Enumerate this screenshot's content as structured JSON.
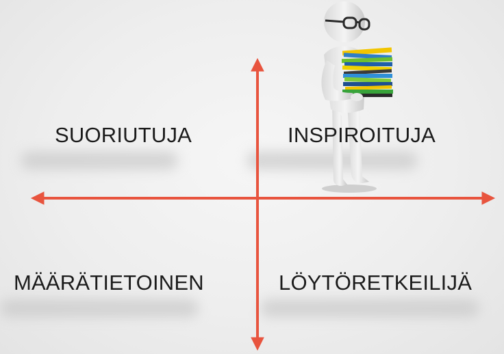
{
  "quadrants": {
    "top_left": "SUORIUTUJA",
    "top_right": "INSPIROITUJA",
    "bottom_left": "MÄÄRÄTIETOINEN",
    "bottom_right": "LÖYTÖRETKEILIJÄ"
  },
  "colors": {
    "axis": "#e8543e",
    "text": "#1b1b1b",
    "background": "#efefef"
  },
  "illustration": {
    "icon": "person-carrying-books-icon"
  }
}
